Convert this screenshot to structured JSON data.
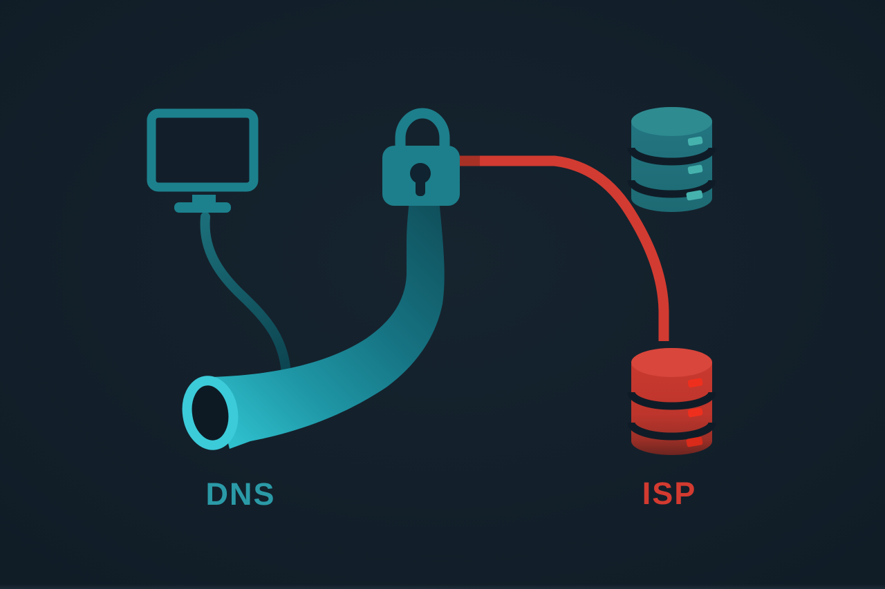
{
  "diagram": {
    "background_color": "#13202b",
    "labels": {
      "dns": {
        "text": "DNS",
        "color": "#2b9aa7"
      },
      "isp": {
        "text": "ISP",
        "color": "#d33a30"
      }
    },
    "icons": [
      {
        "name": "monitor-icon",
        "color": "#1c818d"
      },
      {
        "name": "lock-icon",
        "color": "#1d7f8b"
      },
      {
        "name": "tunnel-pipe-icon",
        "color_start": "#10505c",
        "color_end": "#2fc0ce",
        "rim_color": "#3ccbd9"
      },
      {
        "name": "database-stack-icon-dns",
        "color": "#20707a",
        "top_color": "#2e8b90",
        "light_color": "#46b2ae"
      },
      {
        "name": "database-stack-icon-isp",
        "color": "#c0362d",
        "top_color": "#d8463c",
        "light_color": "#ef2f1d"
      }
    ],
    "connectors": [
      {
        "name": "monitor-cable",
        "color": "#14616d"
      },
      {
        "name": "lock-to-isp-line",
        "color": "#d23b31"
      }
    ]
  }
}
